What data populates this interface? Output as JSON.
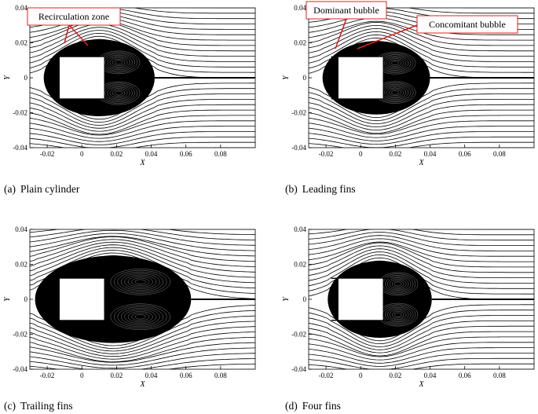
{
  "panels": [
    {
      "id": "a",
      "label": "(a)",
      "caption": "Plain cylinder",
      "x_ticks": [
        "-0.02",
        "0",
        "0.02",
        "0.04",
        "0.06",
        "0.08"
      ],
      "y_ticks": [
        "0.04",
        "0.02",
        "0",
        "-0.02",
        "-0.04"
      ],
      "x_axis_label": "X",
      "y_axis_label": "Y",
      "annotations": [
        "Recirculation zone"
      ]
    },
    {
      "id": "b",
      "label": "(b)",
      "caption": "Leading fins",
      "x_ticks": [
        "-0.02",
        "0",
        "0.02",
        "0.04",
        "0.06",
        "0.08"
      ],
      "y_ticks": [
        "0.04",
        "0.02",
        "0",
        "-0.02",
        "-0.04"
      ],
      "x_axis_label": "X",
      "y_axis_label": "Y",
      "annotations": [
        "Dominant bubble",
        "Concomitant bubble"
      ]
    },
    {
      "id": "c",
      "label": "(c)",
      "caption": "Trailing fins",
      "x_ticks": [
        "-0.02",
        "0",
        "0.02",
        "0.04",
        "0.06",
        "0.08"
      ],
      "y_ticks": [
        "0.04",
        "0.02",
        "0",
        "-0.02",
        "-0.04"
      ],
      "x_axis_label": "X",
      "y_axis_label": "Y",
      "annotations": []
    },
    {
      "id": "d",
      "label": "(d)",
      "caption": "Four fins",
      "x_ticks": [
        "-0.02",
        "0",
        "0.02",
        "0.04",
        "0.06",
        "0.08"
      ],
      "y_ticks": [
        "0.04",
        "0.02",
        "0",
        "-0.02",
        "-0.04"
      ],
      "x_axis_label": "X",
      "y_axis_label": "Y",
      "annotations": []
    }
  ],
  "colors": {
    "annotation_border": "#e02020",
    "arrow": "#e02020",
    "streamline": "#000000"
  }
}
